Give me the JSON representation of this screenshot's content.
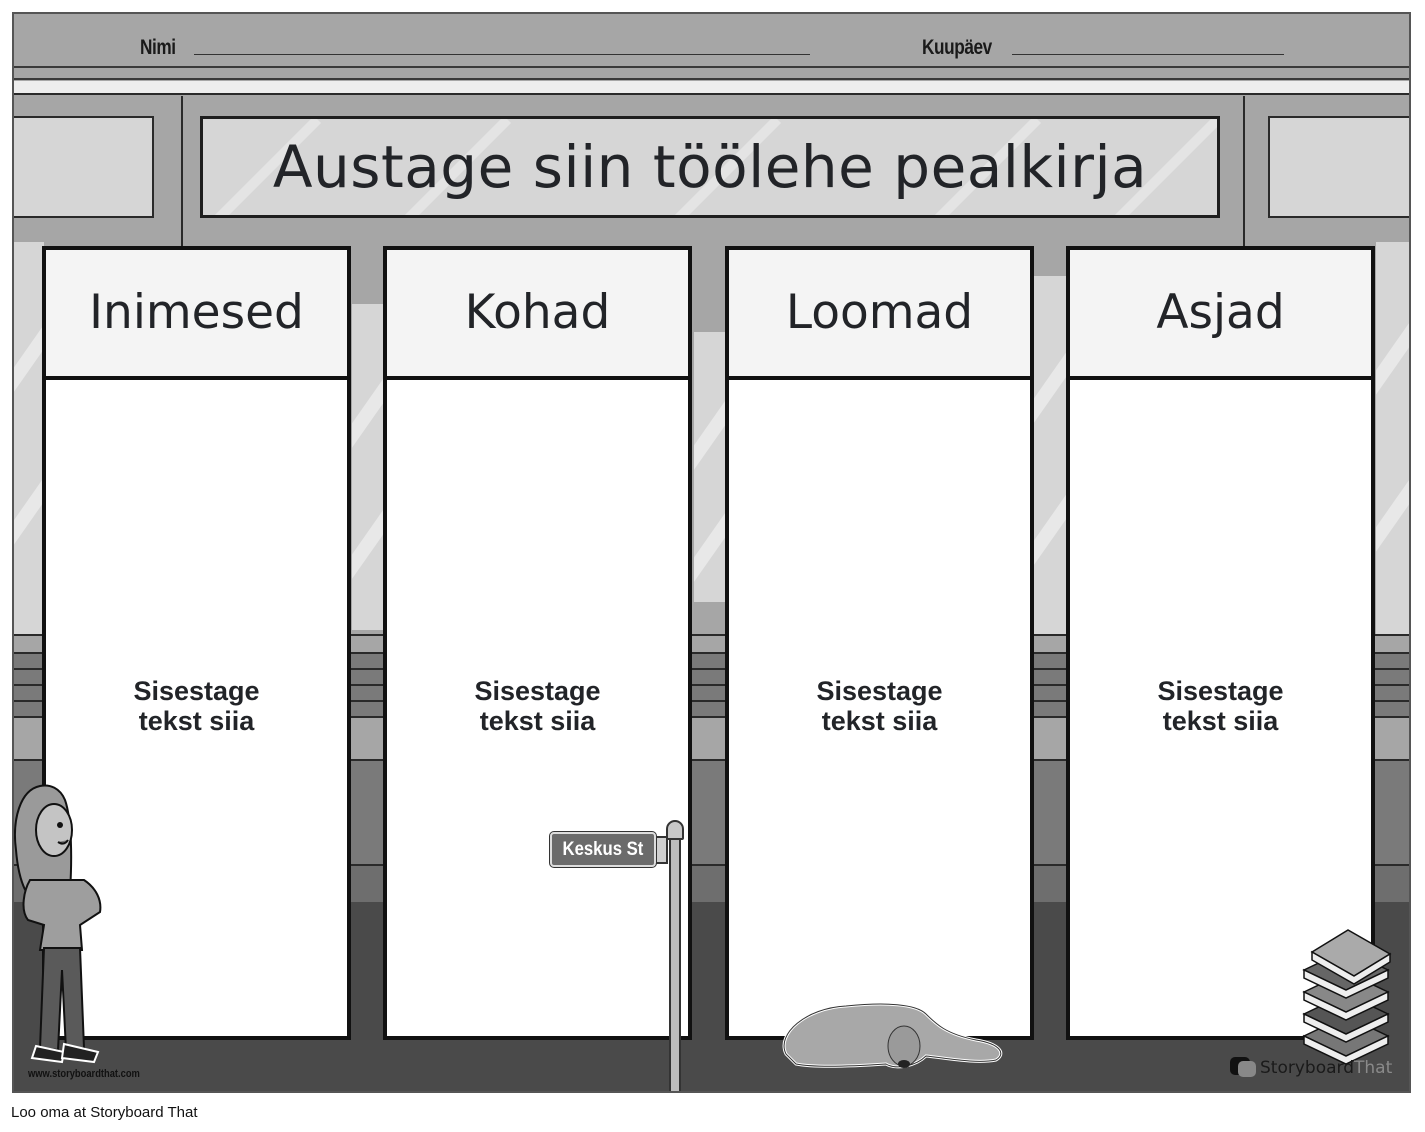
{
  "header": {
    "name_label": "Nimi",
    "date_label": "Kuupäev"
  },
  "title": "Austage siin töölehe pealkirja",
  "columns": [
    {
      "heading": "Inimesed",
      "placeholder": "Sisestage tekst siia"
    },
    {
      "heading": "Kohad",
      "placeholder": "Sisestage tekst siia"
    },
    {
      "heading": "Loomad",
      "placeholder": "Sisestage tekst siia"
    },
    {
      "heading": "Asjad",
      "placeholder": "Sisestage tekst siia"
    }
  ],
  "scene": {
    "street_sign": "Keskus St",
    "illustrations": [
      "girl-character",
      "street-sign-post",
      "sleeping-dog",
      "book-stack"
    ]
  },
  "watermark": {
    "url": "www.storyboardthat.com",
    "brand_part1": "Storyboard",
    "brand_part2": "That"
  },
  "footer": {
    "caption": "Loo oma at Storyboard That"
  },
  "colors": {
    "wall": "#a6a6a6",
    "glass": "#d6d6d6",
    "ground": "#4a4a4a",
    "heading_bg": "#f4f4f4",
    "text": "#222428"
  }
}
